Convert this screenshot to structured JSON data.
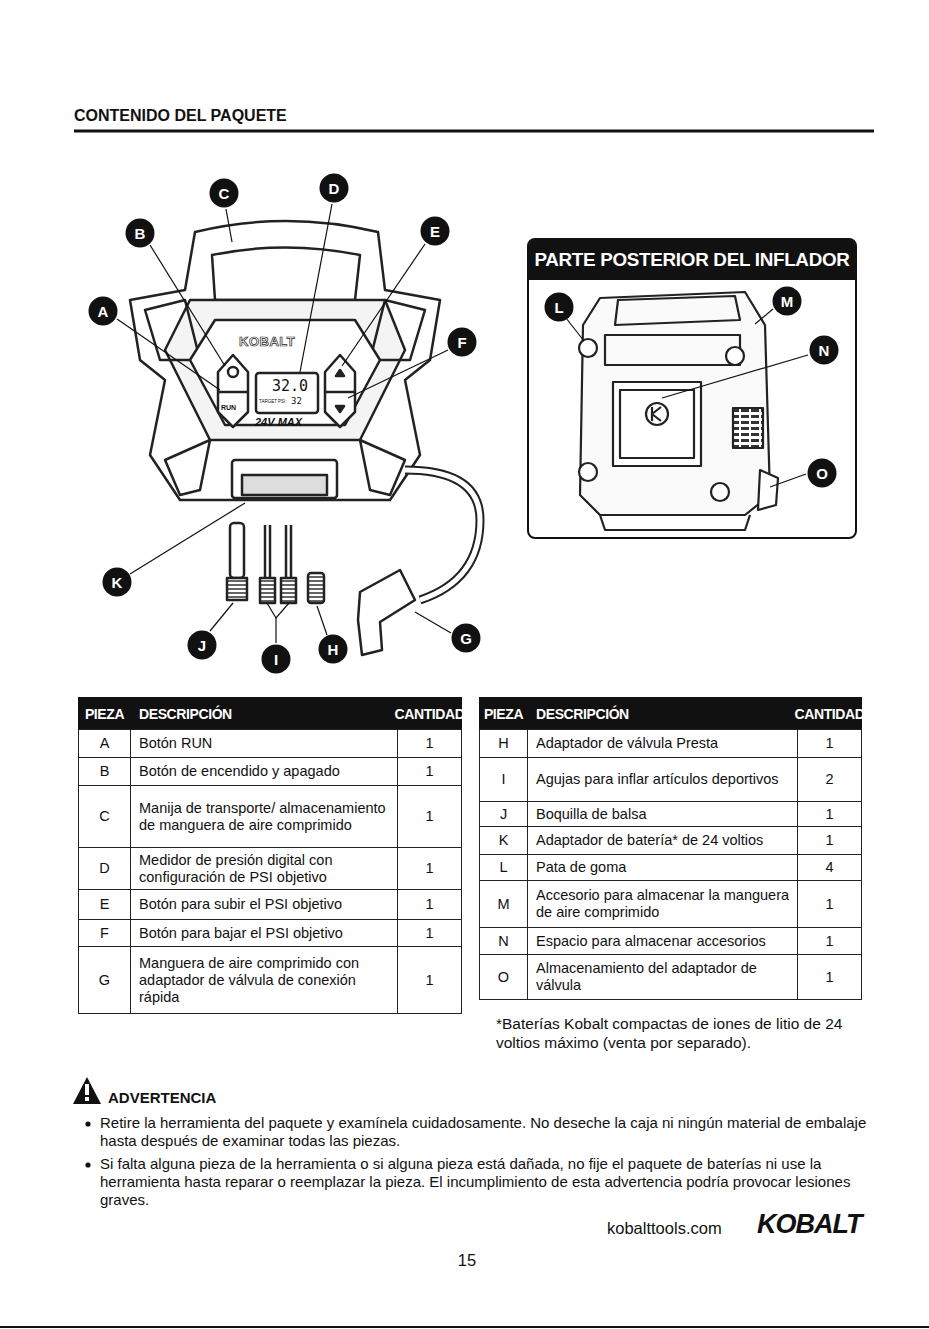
{
  "diagram": {
    "title": "CONTENIDO DEL PAQUETE",
    "nodes": [
      {
        "text": [
          "C"
        ]
      },
      {
        "text": [
          "D"
        ]
      },
      {
        "text": [
          "B"
        ]
      },
      {
        "text": [
          "E"
        ]
      },
      {
        "text": [
          "PARTE POSTERIOR DEL INFLADOR"
        ]
      },
      {
        "text": [
          "L"
        ],
        "in": 4
      },
      {
        "text": [
          "M"
        ],
        "in": 4
      },
      {
        "text": [
          "A"
        ]
      },
      {
        "text": [
          "F"
        ]
      },
      {
        "text": [
          "N"
        ],
        "in": 4
      },
      {
        "text": [
          "O"
        ],
        "in": 4
      },
      {
        "text": [
          "K"
        ]
      },
      {
        "text": [
          "G"
        ]
      },
      {
        "text": [
          "J"
        ]
      },
      {
        "text": [
          "I"
        ]
      },
      {
        "text": [
          "H"
        ]
      }
    ],
    "labels": [
      "PIEZA",
      "DESCRIPCIÓN",
      "CANTIDAD",
      "A",
      "Botón RUN",
      "1",
      "B",
      "Botón de encendido y apagado",
      "1",
      "C",
      "Manija de transporte/ almacenamiento de manguera de aire comprimido",
      "1",
      "D",
      "Medidor de presión digital con configuración de PSI objetivo",
      "1",
      "E",
      "Botón para subir el PSI objetivo",
      "1",
      "F",
      "Botón para bajar el PSI objetivo",
      "1",
      "G",
      "Manguera de aire comprimido con adaptador de válvula de conexión rápida",
      "1",
      "PIEZA",
      "DESCRIPCIÓN",
      "CANTIDAD",
      "H",
      "Adaptador de válvula Presta",
      "1",
      "I",
      "Agujas para inflar artículos deportivos",
      "2",
      "J",
      "Boquilla de balsa",
      "1",
      "K",
      "Adaptador de batería* de 24 voltios",
      "1",
      "L",
      "Pata de goma",
      "4",
      "M",
      "Accesorio para almacenar la manguera de aire comprimido",
      "1",
      "N",
      "Espacio para almacenar accesorios",
      "1",
      "O",
      "Almacenamiento del adaptador de válvula",
      "1",
      "*Baterías Kobalt compactas de iones de litio de 24 voltios máximo (venta por separado).",
      "ADVERTENCIA",
      "Retire la herramienta del paquete y examínela cuidadosamente. No deseche la caja ni ningún material de embalaje hasta después de examinar todas las piezas.",
      "Si falta alguna pieza de la herramienta o si alguna pieza está dañada, no fije el paquete de baterías ni use la herramienta hasta reparar o reemplazar la pieza. El incumplimiento de esta advertencia podría provocar lesiones graves.",
      "kobalttools.com",
      "KOBALT",
      "15",
      "KOBALT",
      "32.0",
      "TARGET PSI:",
      "32",
      "RUN",
      "24V MAX"
    ]
  }
}
